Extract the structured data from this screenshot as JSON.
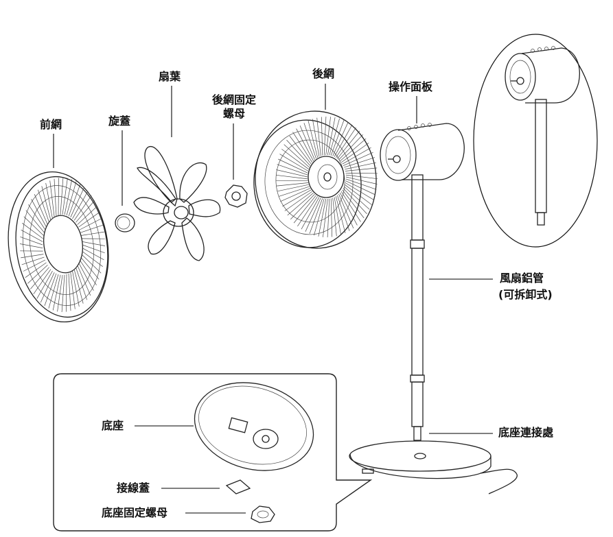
{
  "labels": {
    "front_grille": "前網",
    "spinner_cap": "旋蓋",
    "blade": "扇葉",
    "rear_grille_nut": "後網固定\n螺母",
    "rear_grille": "後網",
    "control_panel": "操作面板",
    "aluminum_pole_line1": "風扇鋁管",
    "aluminum_pole_line2": "(可拆卸式)",
    "base_connection": "底座連接處",
    "base": "底座",
    "wire_cover": "接線蓋",
    "base_nut": "底座固定螺母"
  },
  "colors": {
    "line": "#222222",
    "leader": "#555555",
    "background": "#ffffff"
  }
}
